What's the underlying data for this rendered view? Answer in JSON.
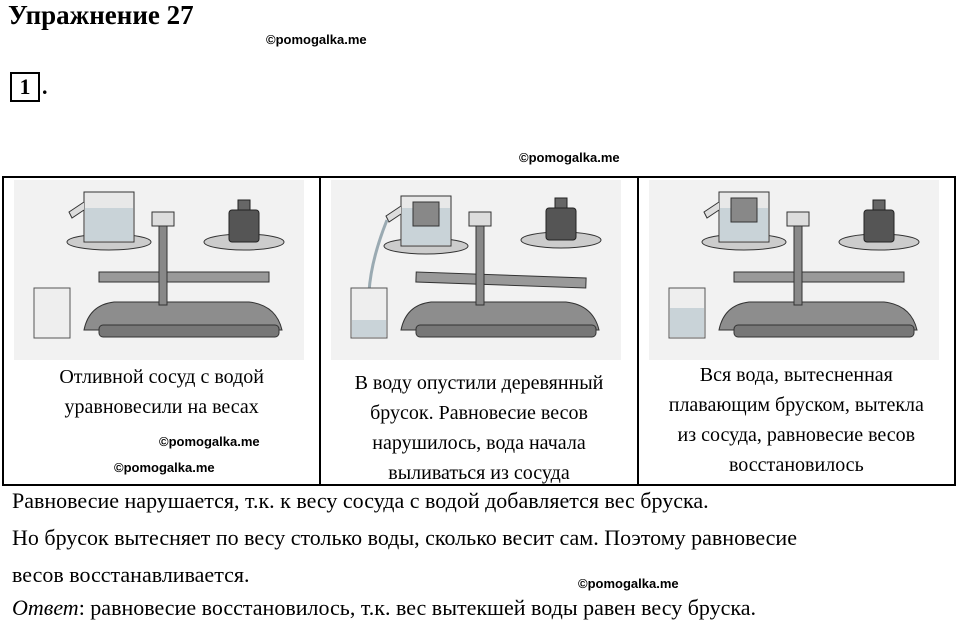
{
  "header": {
    "title": "Упражнение 27",
    "item_number": "1",
    "item_dot": "."
  },
  "watermarks": {
    "w1": "©pomogalka.me",
    "w2": "©pomogalka.me",
    "w3": "©pomogalka.me",
    "w4": "©pomogalka.me",
    "w5": "©pomogalka.me"
  },
  "panels": [
    {
      "caption": [
        "Отливной сосуд с водой",
        "уравновесили на весах"
      ]
    },
    {
      "caption": [
        "В воду опустили деревянный",
        "брусок. Равновесие весов",
        "нарушилось, вода начала",
        "выливаться из сосуда"
      ]
    },
    {
      "caption": [
        "Вся вода, вытесненная",
        "плавающим бруском, вытекла",
        "из сосуда, равновесие весов",
        "восстановилось"
      ]
    }
  ],
  "text": {
    "line1": "Равновесие нарушается, т.к. к весу сосуда с водой добавляется вес бруска.",
    "line2": "Но брусок вытесняет по весу столько воды, сколько весит сам. Поэтому равновесие",
    "line3": "весов восстанавливается.",
    "answer_label": "Ответ",
    "answer_text": ": равновесие восстановилось, т.к. вес вытекшей воды равен весу бруска."
  }
}
